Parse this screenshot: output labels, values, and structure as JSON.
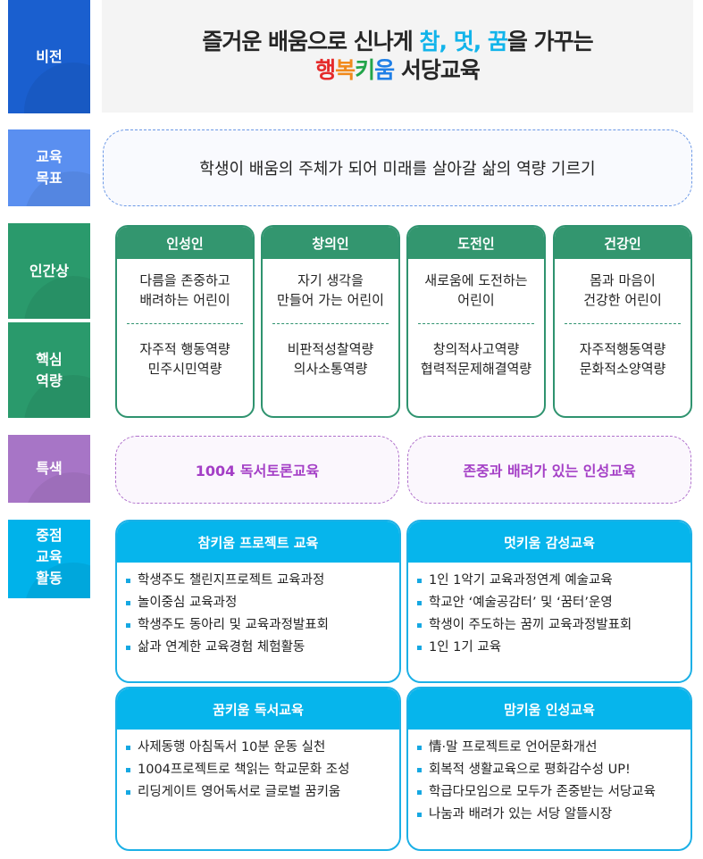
{
  "labels": {
    "vision": "비전",
    "goal": "교육\n목표",
    "human": "인간상",
    "core": "핵심\n역량",
    "special": "특색",
    "focus": "중점\n교육\n활동"
  },
  "vision": {
    "line1_parts": [
      "즐거운 배움으로 신나게 ",
      "참",
      ", ",
      "멋",
      ", ",
      "꿈",
      "을 가꾸는"
    ],
    "line2_parts": [
      "행",
      "복",
      "키",
      "움",
      " 서당교육"
    ]
  },
  "goal": {
    "text": "학생이 배움의 주체가 되어 미래를 살아갈 삶의 역량 기르기"
  },
  "persons": [
    {
      "title": "인성인",
      "desc": "다름을 존중하고\n배려하는 어린이",
      "comp": "자주적 행동역량\n민주시민역량"
    },
    {
      "title": "창의인",
      "desc": "자기 생각을\n만들어 가는 어린이",
      "comp": "비판적성찰역량\n의사소통역량"
    },
    {
      "title": "도전인",
      "desc": "새로움에 도전하는\n어린이",
      "comp": "창의적사고역량\n협력적문제해결역량"
    },
    {
      "title": "건강인",
      "desc": "몸과 마음이\n건강한 어린이",
      "comp": "자주적행동역량\n문화적소양역량"
    }
  ],
  "special": [
    "1004 독서토론교육",
    "존중과 배려가 있는 인성교육"
  ],
  "activities": [
    {
      "title": "참키움 프로젝트 교육",
      "items": [
        "학생주도 챌린지프로젝트 교육과정",
        "놀이중심 교육과정",
        "학생주도 동아리 및 교육과정발표회",
        "삶과 연계한 교육경험 체험활동"
      ]
    },
    {
      "title": "멋키움 감성교육",
      "items": [
        "1인 1악기 교육과정연계 예술교육",
        "학교안 ‘예술공감터’ 및 ‘꿈터’운영",
        "학생이 주도하는 꿈끼 교육과정발표회",
        "1인 1기 교육"
      ]
    },
    {
      "title": "꿈키움 독서교육",
      "items": [
        "사제동행 아침독서 10분 운동 실천",
        "1004프로젝트로 책읽는 학교문화 조성",
        "리딩게이트 영어독서로 글로벌 꿈키움"
      ]
    },
    {
      "title": "맘키움  인성교육",
      "items": [
        "情·말 프로젝트로 언어문화개선",
        "회복적 생활교육으로 평화감수성 UP!",
        "학급다모임으로 모두가 존중받는 서당교육",
        "나눔과 배려가 있는 서당 알뜰시장"
      ]
    }
  ],
  "colors": {
    "vision_label": "#1a5fcf",
    "goal_label": "#5a8ff0",
    "human_green": "#2a9a6c",
    "special_purple": "#a775c6",
    "focus_cyan": "#00b2ea"
  }
}
